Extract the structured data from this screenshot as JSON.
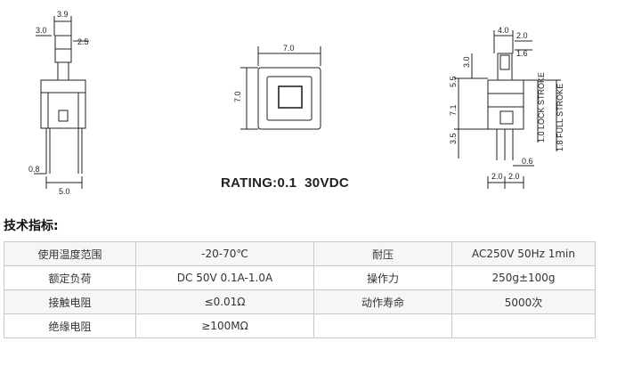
{
  "drawing": {
    "side": {
      "width_top": "3.9",
      "left_dim": "3.0",
      "right_dim": "2.5",
      "pin_dim": "0.8",
      "bottom_dim": "5.0"
    },
    "front": {
      "width": "7.0",
      "height": "7.0"
    },
    "right": {
      "top_width": "4.0",
      "dim_2": "2.0",
      "dim_16": "1.6",
      "dim_30": "3.0",
      "dim_55": "5.5",
      "dim_71": "7.1",
      "dim_35": "3.5",
      "pin_06": "0.6",
      "bottom_a": "2.0",
      "bottom_b": "2.0",
      "lock_stroke": "1.0 LOCK STROKE",
      "full_stroke": "1.8 FULL STROKE"
    },
    "rating": "RATING:0.1  30VDC"
  },
  "spec": {
    "heading": "技术指标:",
    "rows": [
      [
        "使用温度范围",
        "-20-70℃",
        "耐压",
        "AC250V 50Hz 1min"
      ],
      [
        "额定负荷",
        "DC 50V 0.1A-1.0A",
        "操作力",
        "250g±100g"
      ],
      [
        "接触电阻",
        "≤0.01Ω",
        "动作寿命",
        "5000次"
      ],
      [
        "绝缘电阻",
        "≥100MΩ",
        "",
        ""
      ]
    ]
  }
}
